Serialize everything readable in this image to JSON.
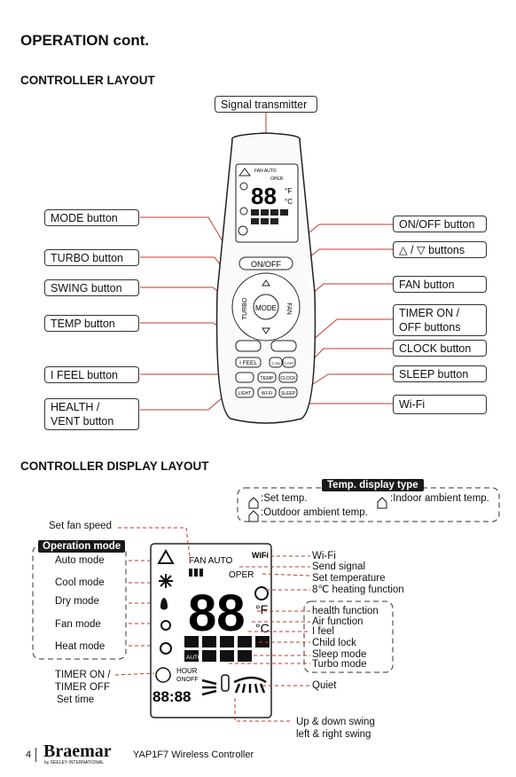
{
  "page": {
    "title": "OPERATION cont.",
    "section1": "CONTROLLER LAYOUT",
    "section2": "CONTROLLER DISPLAY LAYOUT",
    "page_number": "4",
    "brand": "Braemar",
    "brand_sub": "by SEELEY INTERNATIONAL",
    "model": "YAP1F7 Wireless Controller"
  },
  "controller_labels": {
    "signal": "Signal transmitter",
    "mode": "MODE button",
    "turbo": "TURBO button",
    "swing": "SWING button",
    "temp": "TEMP button",
    "ifeel": "I FEEL button",
    "health_l1": "HEALTH /",
    "health_l2": "VENT button",
    "onoff": "ON/OFF button",
    "updown": "△ / ▽ buttons",
    "fan": "FAN button",
    "timer_l1": "TIMER ON /",
    "timer_l2": "OFF buttons",
    "clock": "CLOCK button",
    "sleep": "SLEEP button",
    "wifi": "Wi-Fi"
  },
  "remote": {
    "onoff": "ON/OFF",
    "mode": "MODE",
    "turbo": "TURBO",
    "fan": "FAN",
    "ifeel": "I FEEL",
    "tonoff": "T-ON",
    "toff": "T-OFF",
    "temp": "TEMP",
    "clock": "CLOCK",
    "light": "LIGHT",
    "wifi": "WI-FI",
    "sleep": "SLEEP",
    "lcd_digits": "88",
    "lcd_fan": "FAN AUTO",
    "lcd_oper": "OPER"
  },
  "display_labels": {
    "temp_display_type": "Temp. display type",
    "set_temp": ":Set temp.",
    "indoor": ":Indoor ambient temp.",
    "outdoor": ":Outdoor ambient temp.",
    "set_fan_speed": "Set fan speed",
    "operation_mode": "Operation mode",
    "auto": "Auto mode",
    "cool": "Cool mode",
    "dry": "Dry mode",
    "fan": "Fan mode",
    "heat": "Heat mode",
    "timer_on": "TIMER ON /",
    "timer_off": "TIMER OFF",
    "set_time": "Set time",
    "wifi": "Wi-Fi",
    "send_signal": "Send signal",
    "set_temperature": "Set temperature",
    "heating_8": "8℃ heating function",
    "health": "health function",
    "air": "Air function",
    "ifeel": "I feel",
    "child": "Child lock",
    "sleep": "Sleep mode",
    "turbo": "Turbo mode",
    "quiet": "Quiet",
    "swing_l1": "Up & down swing",
    "swing_l2": "left & right swing"
  },
  "display": {
    "fan_auto": "FAN AUTO",
    "oper": "OPER",
    "digits": "88",
    "f": "°F",
    "c": "°C",
    "hour": "HOUR",
    "onoff": "ONOFF",
    "clock": "88:88",
    "auto": "AUTO",
    "wifi": "WiFi"
  },
  "colors": {
    "leader": "#c0392b",
    "label_bg": "#1a1a1a"
  }
}
